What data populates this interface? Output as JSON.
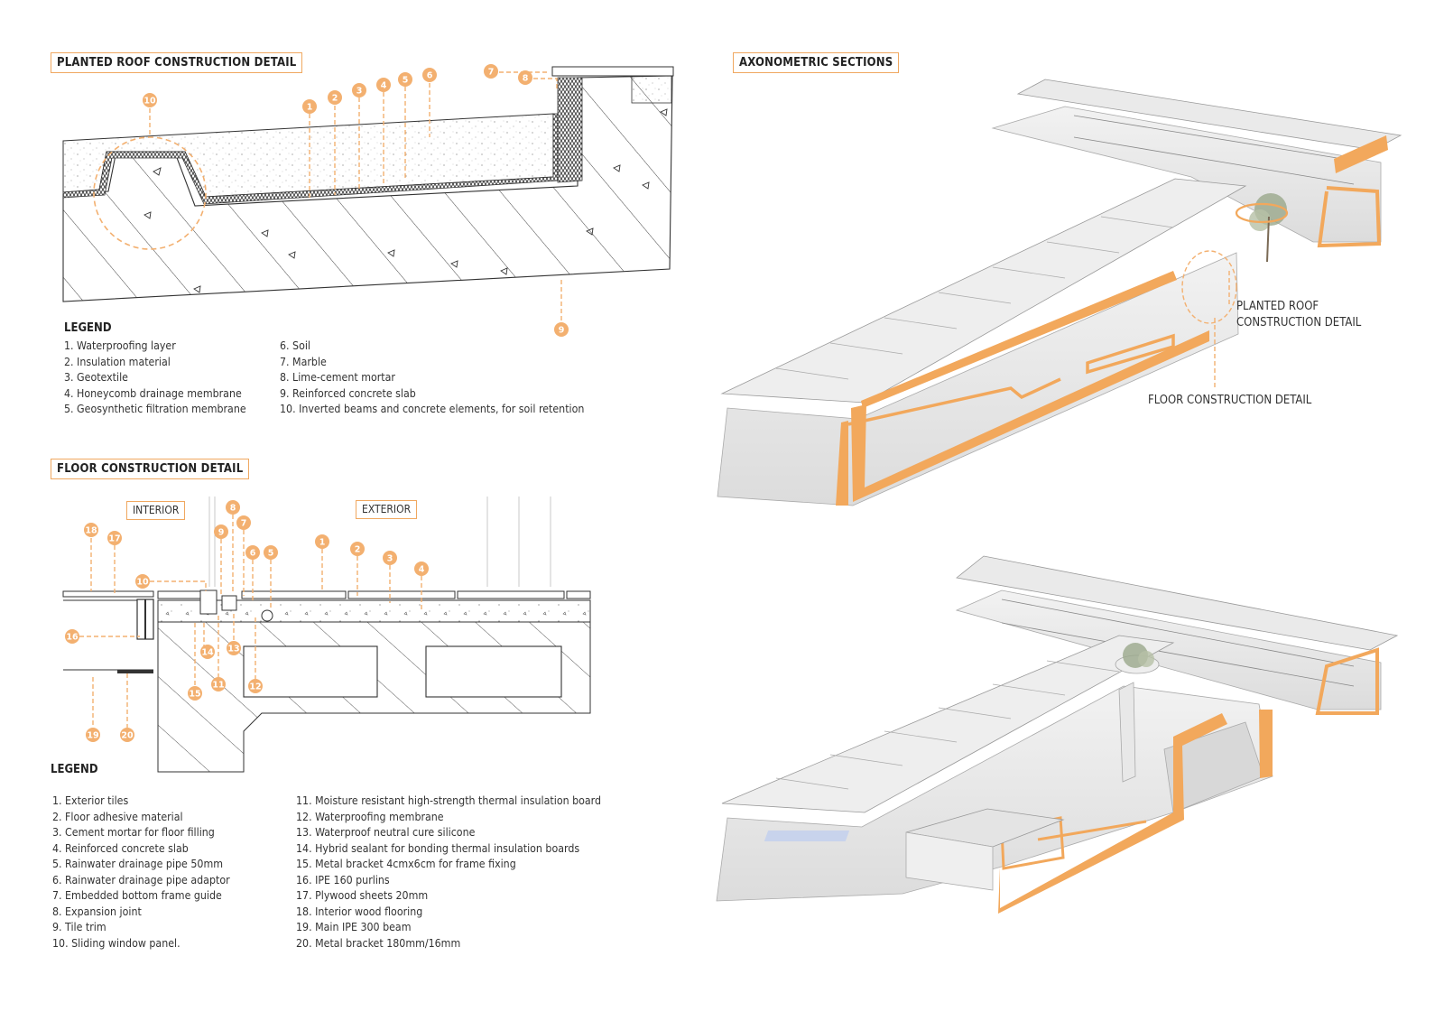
{
  "titles": {
    "roof": "PLANTED ROOF CONSTRUCTION DETAIL",
    "floor": "FLOOR CONSTRUCTION DETAIL",
    "axo": "AXONOMETRIC SECTIONS"
  },
  "zones": {
    "interior": "INTERIOR",
    "exterior": "EXTERIOR"
  },
  "roof_legend": {
    "title": "LEGEND",
    "items": [
      "1. Waterproofing layer",
      "2. Insulation material",
      "3. Geotextile",
      "4. Honeycomb drainage membrane",
      "5. Geosynthetic filtration membrane",
      "6. Soil",
      "7. Marble",
      "8. Lime-cement mortar",
      "9. Reinforced concrete slab",
      "10. Inverted beams and concrete elements, for soil retention"
    ]
  },
  "floor_legend": {
    "title": "LEGEND",
    "items": [
      "1. Exterior tiles",
      "2. Floor adhesive material",
      "3. Cement mortar for floor filling",
      "4. Reinforced concrete slab",
      "5. Rainwater drainage pipe 50mm",
      "6. Rainwater drainage pipe adaptor",
      "7. Embedded bottom frame guide",
      "8. Expansion joint",
      "9. Tile trim",
      "10. Sliding window panel.",
      "11. Moisture resistant high-strength thermal insulation board",
      "12. Waterproofing membrane",
      "13. Waterproof neutral cure silicone",
      "14. Hybrid sealant for bonding thermal insulation boards",
      "15. Metal bracket 4cmx6cm for frame fixing",
      "16. IPE 160 purlins",
      "17. Plywood sheets 20mm",
      "18. Interior wood flooring",
      "19. Main IPE 300 beam",
      "20. Metal bracket 180mm/16mm"
    ]
  },
  "callouts": {
    "roof_line1": "PLANTED ROOF",
    "roof_line2": "CONSTRUCTION DETAIL",
    "floor": "FLOOR CONSTRUCTION DETAIL"
  },
  "roof_badges": [
    "1",
    "2",
    "3",
    "4",
    "5",
    "6",
    "7",
    "8",
    "9",
    "10"
  ],
  "floor_badges": [
    "1",
    "2",
    "3",
    "4",
    "5",
    "6",
    "7",
    "8",
    "9",
    "10",
    "11",
    "12",
    "13",
    "14",
    "15",
    "16",
    "17",
    "18",
    "19",
    "20"
  ],
  "colors": {
    "accent": "#f3b070",
    "section_cut": "#f2a85c",
    "line": "#333333"
  }
}
